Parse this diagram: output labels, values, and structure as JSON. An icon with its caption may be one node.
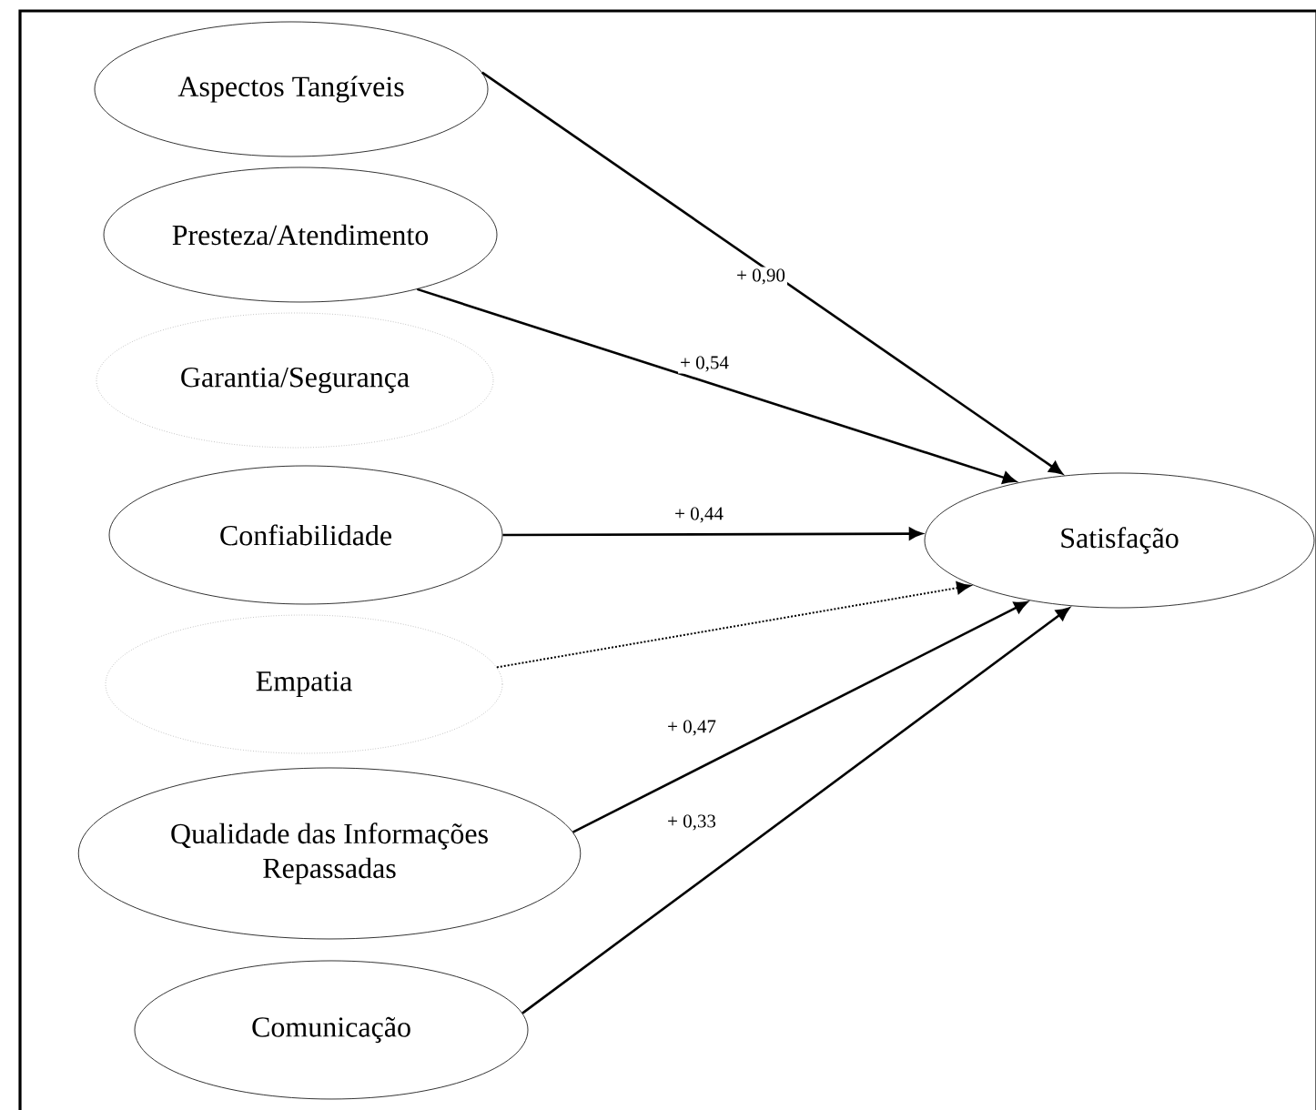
{
  "diagram": {
    "nodes": [
      {
        "text": [
          "Aspectos Tangíveis"
        ]
      },
      {
        "text": [
          "Presteza/Atendimento"
        ]
      },
      {
        "text": [
          "Garantia/Segurança"
        ]
      },
      {
        "text": [
          "Confiabilidade"
        ]
      },
      {
        "text": [
          "Empatia"
        ]
      },
      {
        "text": [
          "Qualidade das Informações Repassadas"
        ]
      },
      {
        "text": [
          "Comunicação"
        ]
      },
      {
        "text": [
          "Satisfação"
        ]
      }
    ],
    "edges": [
      {
        "from": 0,
        "to": 7,
        "arrow": "to",
        "label": "+ 0,90"
      },
      {
        "from": 1,
        "to": 7,
        "arrow": "to",
        "label": "+ 0,54"
      },
      {
        "from": 3,
        "to": 7,
        "arrow": "to",
        "label": "+ 0,44"
      },
      {
        "from": 4,
        "to": 7,
        "arrow": "to",
        "style": "dashed"
      },
      {
        "from": 5,
        "to": 7,
        "arrow": "to",
        "label": "+ 0,47"
      },
      {
        "from": 6,
        "to": 7,
        "arrow": "to",
        "label": "+ 0,33"
      }
    ]
  }
}
